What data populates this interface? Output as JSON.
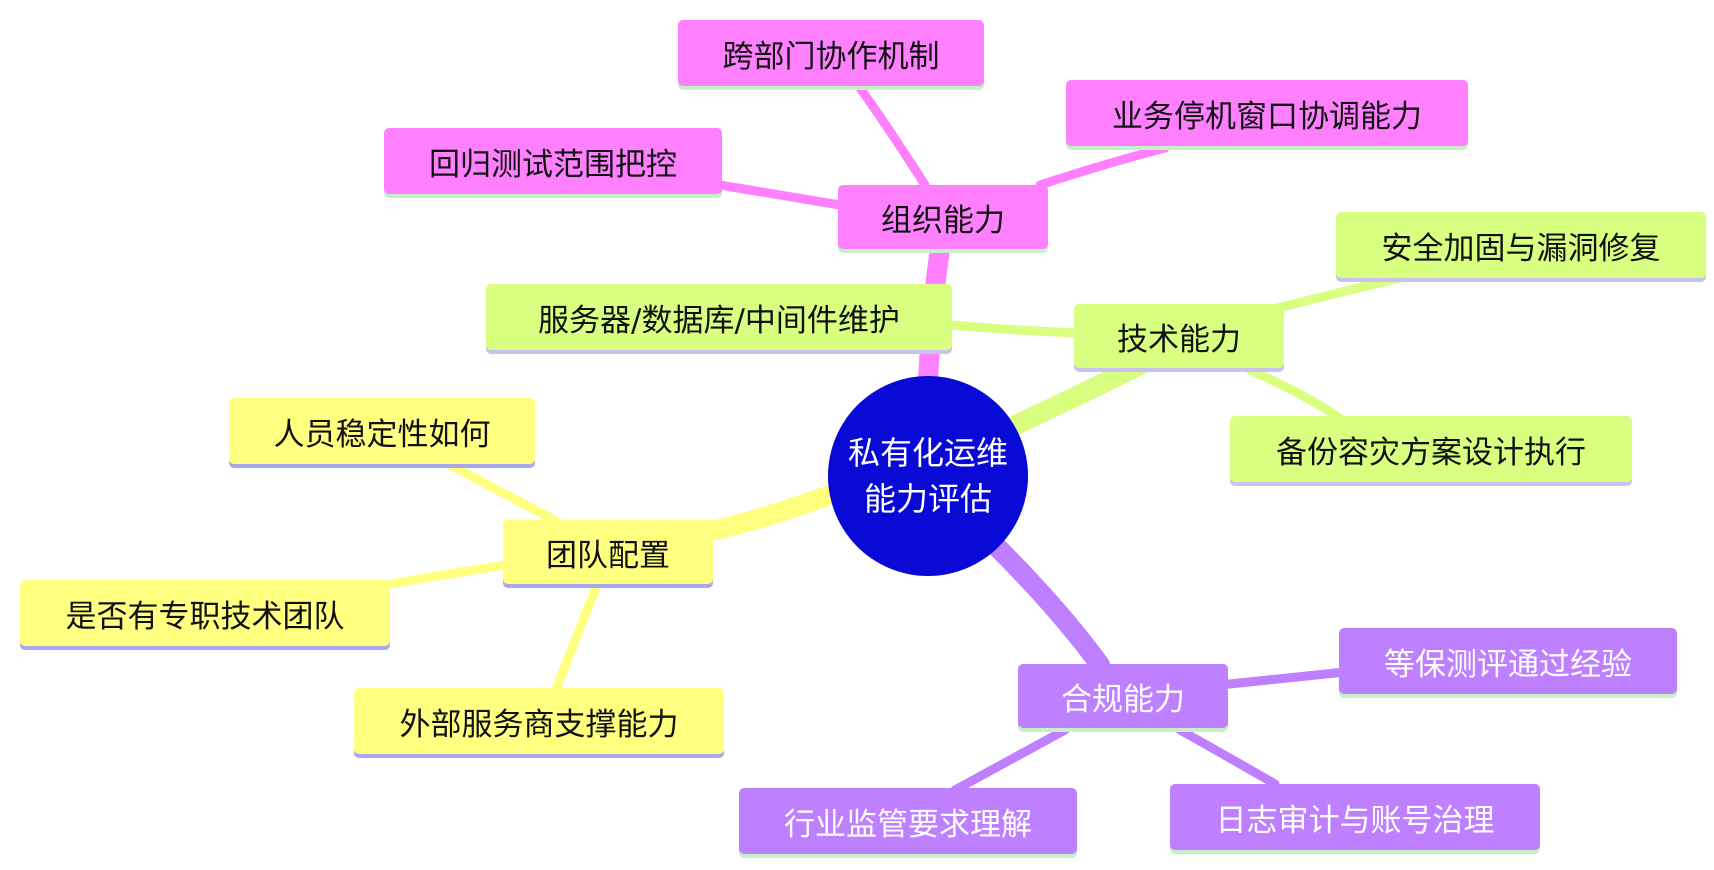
{
  "center": {
    "line1": "私有化运维",
    "line2": "能力评估"
  },
  "colors": {
    "center": "#0a0ad6",
    "org": "#ff80ff",
    "tech": "#d8ff80",
    "team": "#ffff80",
    "compliance": "#bf80ff"
  },
  "branches": {
    "org": {
      "label": "组织能力",
      "children": [
        "跨部门协作机制",
        "业务停机窗口协调能力",
        "回归测试范围把控"
      ]
    },
    "tech": {
      "label": "技术能力",
      "children": [
        "服务器/数据库/中间件维护",
        "安全加固与漏洞修复",
        "备份容灾方案设计执行"
      ]
    },
    "team": {
      "label": "团队配置",
      "children": [
        "人员稳定性如何",
        "是否有专职技术团队",
        "外部服务商支撑能力"
      ]
    },
    "compliance": {
      "label": "合规能力",
      "children": [
        "等保测评通过经验",
        "行业监管要求理解",
        "日志审计与账号治理"
      ]
    }
  }
}
